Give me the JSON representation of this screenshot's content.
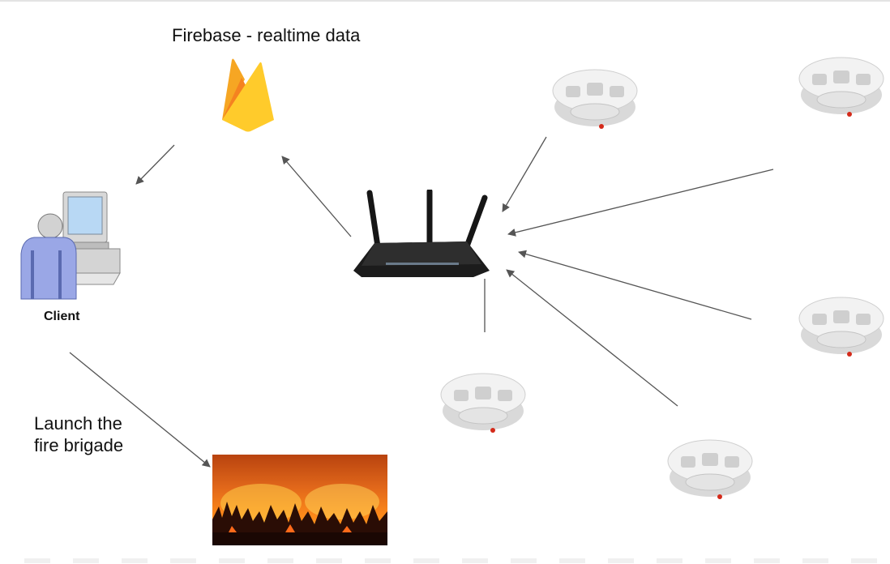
{
  "labels": {
    "firebase": "Firebase - realtime data",
    "client": "Client",
    "launch_line1": "Launch the",
    "launch_line2": "fire brigade"
  },
  "icons": {
    "firebase": "firebase-logo",
    "client": "client-computer-icon",
    "router": "wifi-router-icon",
    "sensor": "smoke-detector-icon",
    "fire": "forest-fire-image"
  },
  "colors": {
    "arrow": "#555555",
    "firebase_orange": "#f6a623",
    "firebase_yellow": "#ffcb2b",
    "firebase_dark": "#f58220",
    "router": "#1c1c1c",
    "fire_red": "#d9420c"
  }
}
